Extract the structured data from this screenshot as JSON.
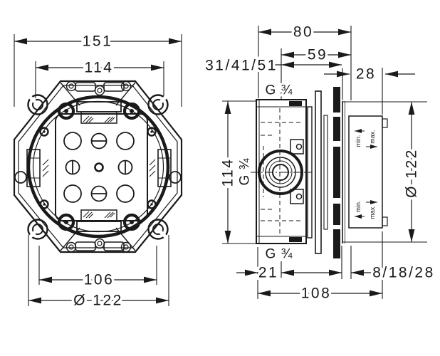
{
  "drawing": {
    "background_color": "#ffffff",
    "line_color": "#1a1a1a",
    "front_view": {
      "dims": {
        "outer_width": "151",
        "inner_width": "114",
        "lug_spacing": "106",
        "diameter": "Ø 122"
      }
    },
    "side_view": {
      "dims": {
        "total_depth": "80",
        "inner_depth": "59",
        "install_depth_options": "31/41/51",
        "cover_depth": "28",
        "height": "114",
        "diameter": "Ø 122",
        "bottom_offset": "21",
        "finish_depth_options": "8/18/28",
        "total_length": "108"
      },
      "labels": {
        "thread_top": "G ¾",
        "thread_side": "G ¾",
        "thread_bottom": "G ¾",
        "min_top": "min.",
        "max_top": "max.",
        "min_bottom": "min.",
        "max_bottom": "max."
      }
    }
  }
}
